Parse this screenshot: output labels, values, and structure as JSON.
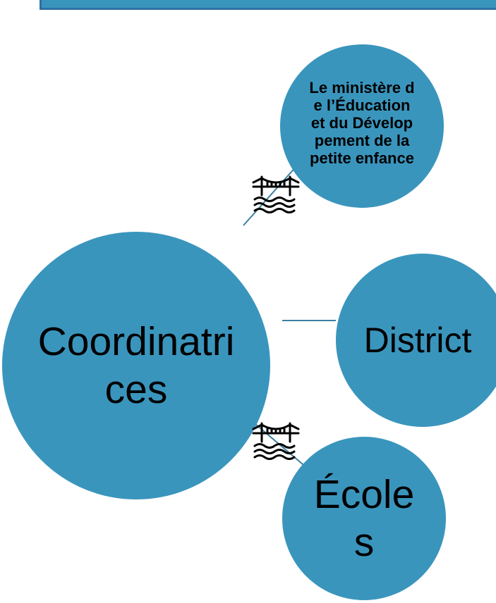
{
  "nodes": {
    "center": "Coordinatrices",
    "ministry": "Le ministère de l’Éducation et du Développement de la petite enfance",
    "district": "District",
    "schools": "Écoles"
  },
  "icons": {
    "connector_icon": "bridge-icon"
  },
  "colors": {
    "node_fill": "#3a95bd",
    "banner_border": "#2f6fa3",
    "connector_line": "#3c7f9f"
  }
}
